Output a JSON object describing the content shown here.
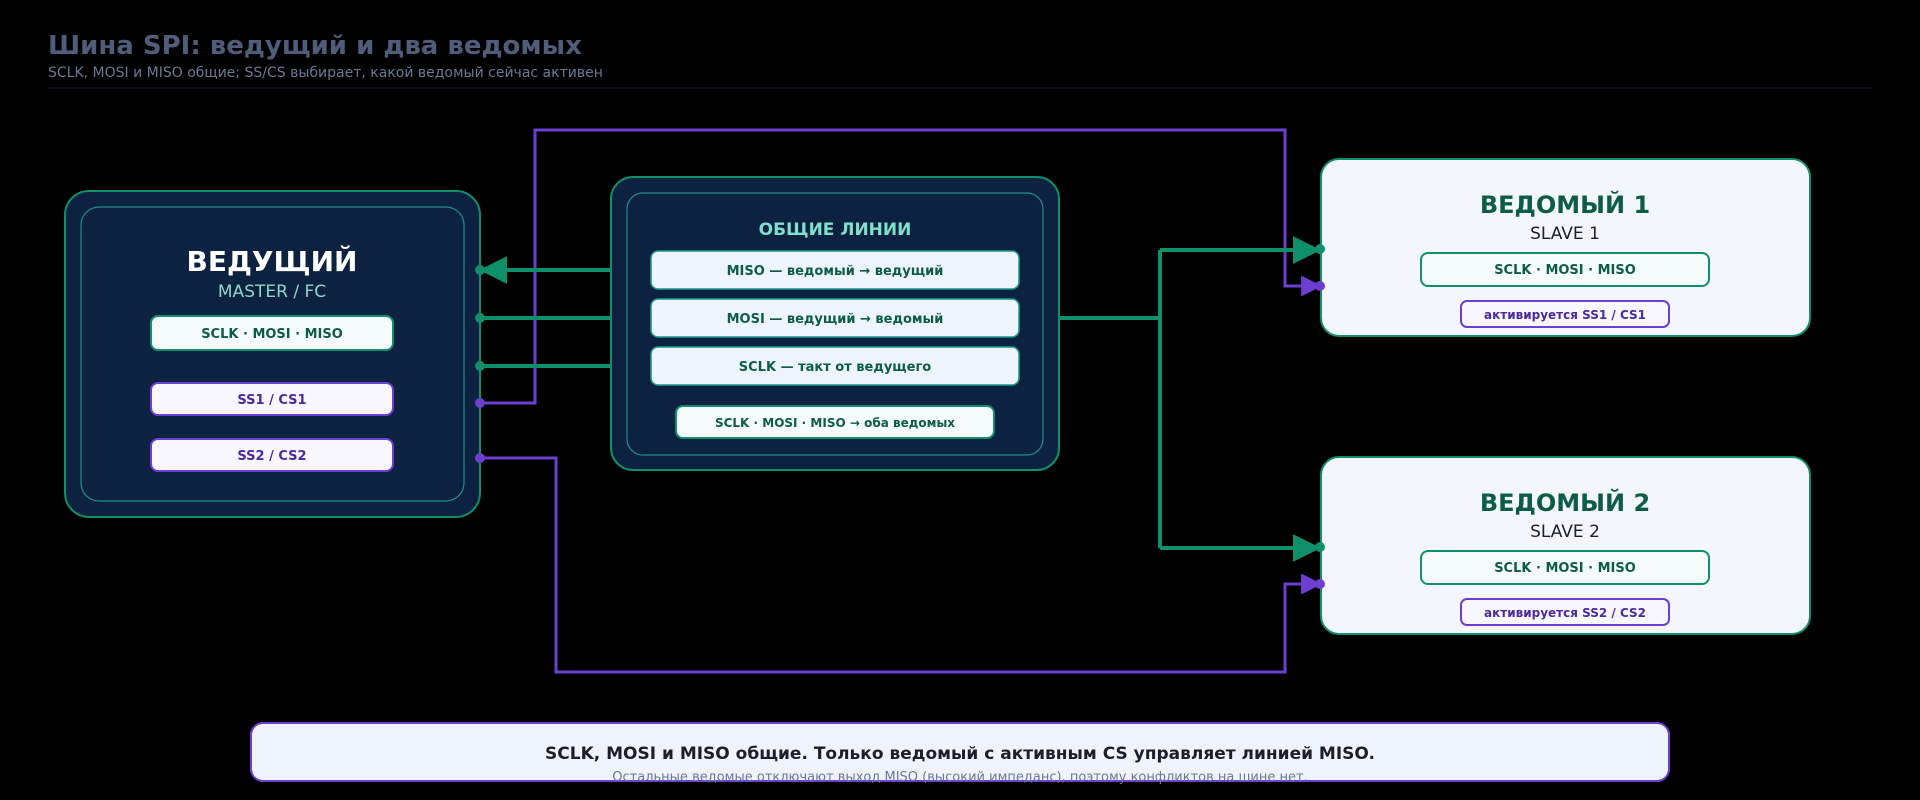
{
  "header": {
    "title": "Шина SPI: ведущий и два ведомых",
    "subtitle": "SCLK, MOSI и MISO общие; SS/CS выбирает, какой ведомый сейчас активен"
  },
  "master": {
    "title": "ВЕДУЩИЙ",
    "subtitle": "MASTER / FC",
    "bus_pill": "SCLK · MOSI · MISO",
    "ss1_pill": "SS1 / CS1",
    "ss2_pill": "SS2 / CS2"
  },
  "shared": {
    "title": "ОБЩИЕ ЛИНИИ",
    "miso": "MISO — ведомый → ведущий",
    "mosi": "MOSI — ведущий → ведомый",
    "sclk": "SCLK — такт от ведущего",
    "note": "SCLK · MOSI · MISO → оба ведомых"
  },
  "slave1": {
    "title": "ВЕДОМЫЙ 1",
    "subtitle": "SLAVE 1",
    "bus_pill": "SCLK · MOSI · MISO",
    "cs_pill": "активируется SS1 / CS1"
  },
  "slave2": {
    "title": "ВЕДОМЫЙ 2",
    "subtitle": "SLAVE 2",
    "bus_pill": "SCLK · MOSI · MISO",
    "cs_pill": "активируется SS2 / CS2"
  },
  "footer": {
    "line1": "SCLK, MOSI и MISO общие. Только ведомый с активным CS управляет линией MISO.",
    "line2": "Остальные ведомые отключают выход MISO (высокий импеданс), поэтому конфликтов на шине нет."
  },
  "colors": {
    "green": "#0f8f6a",
    "purple": "#6d3fd0",
    "navy": "#0d2240"
  }
}
